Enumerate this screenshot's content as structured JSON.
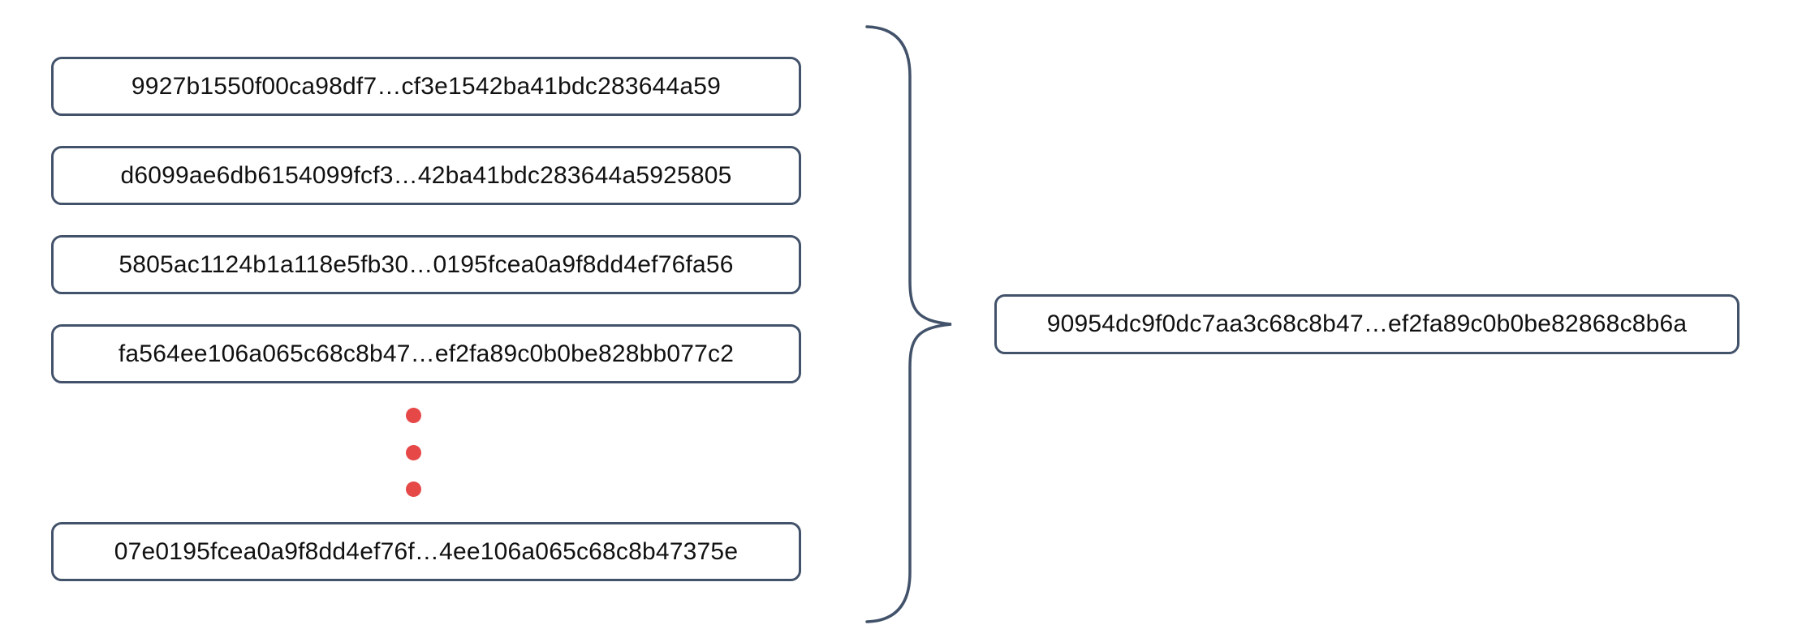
{
  "diagram": {
    "left_column": {
      "blocks": [
        "9927b1550f00ca98df7…cf3e1542ba41bdc283644a59",
        "d6099ae6db6154099fcf3…42ba41bdc283644a5925805",
        "5805ac1124b1a118e5fb30…0195fcea0a9f8dd4ef76fa56",
        "fa564ee106a065c68c8b47…ef2fa89c0b0be828bb077c2",
        "07e0195fcea0a9f8dd4ef76f…4ee106a065c68c8b47375e"
      ]
    },
    "ellipsis_dot_count": 3,
    "result_block": {
      "label": "90954dc9f0dc7aa3c68c8b47…ef2fa89c0b0be82868c8b6a"
    },
    "colors": {
      "outline": "#42526a",
      "dot": "#e64848",
      "text": "#111111",
      "background": "#ffffff"
    }
  }
}
